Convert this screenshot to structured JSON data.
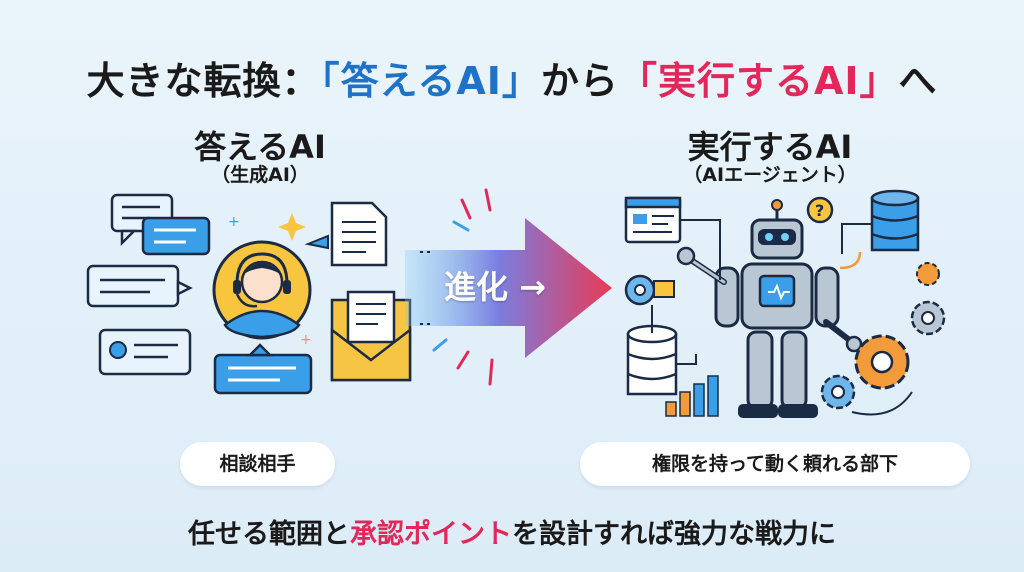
{
  "title": {
    "prefix": "大きな転換：",
    "from": "「答えるAI」",
    "middle": "から",
    "to": "「実行するAI」",
    "suffix": "へ"
  },
  "left": {
    "title": "答えるAI",
    "subtitle": "（生成AI）",
    "pill": "相談相手"
  },
  "right": {
    "title": "実行するAI",
    "subtitle": "（AIエージェント）",
    "pill": "権限を持って動く頼れる部下"
  },
  "arrow": {
    "label": "進化 →"
  },
  "bottom": {
    "prefix": "任せる範囲と",
    "highlight": "承認ポイント",
    "suffix": "を設計すれば強力な戦力に"
  },
  "colors": {
    "blue": "#1e73c8",
    "pink": "#e2285a",
    "speech_blue": "#3a9ee8",
    "envelope": "#f7c544",
    "robot_gray": "#b9c6d4"
  }
}
